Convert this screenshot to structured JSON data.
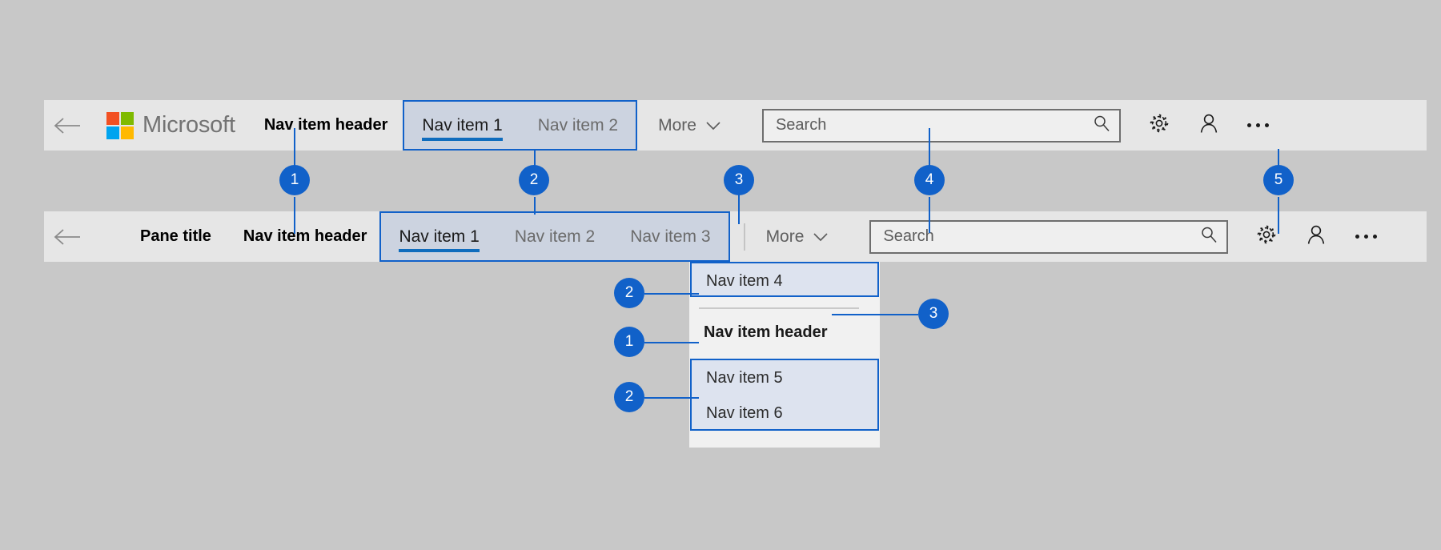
{
  "theme": {
    "page_background": "#c8c8c8",
    "navbar_background": "#e6e6e6",
    "accent_blue": "#1161c9",
    "tab_selected_underline": "#0f6cbd",
    "tab_group_fill": "#ccd3e0",
    "flyout_background": "#f1f1f1",
    "flyout_group_fill": "#dde3ef",
    "search_fill": "#efefef",
    "search_border": "#6e6e6e",
    "ms_logo_red": "#f25022",
    "ms_logo_green": "#7fba00",
    "ms_logo_blue": "#00a4ef",
    "ms_logo_yellow": "#ffb900",
    "muted_text": "#6b6b6b"
  },
  "navbar_primary": {
    "back_icon": "back-arrow-icon",
    "logo_text": "Microsoft",
    "nav_item_header": "Nav item header",
    "tabs": [
      {
        "label": "Nav item 1",
        "selected": true
      },
      {
        "label": "Nav item 2",
        "selected": false
      }
    ],
    "more": {
      "label": "More",
      "icon": "chevron-down-icon"
    },
    "search": {
      "placeholder": "Search",
      "value": "",
      "icon": "search-icon"
    },
    "actions": [
      {
        "name": "gear-icon",
        "label": "Settings"
      },
      {
        "name": "person-icon",
        "label": "Account"
      },
      {
        "name": "ellipsis-icon",
        "label": "More options"
      }
    ]
  },
  "navbar_secondary": {
    "back_icon": "back-arrow-icon",
    "pane_title": "Pane title",
    "nav_item_header": "Nav item header",
    "tabs": [
      {
        "label": "Nav item 1",
        "selected": true
      },
      {
        "label": "Nav item 2",
        "selected": false
      },
      {
        "label": "Nav item 3",
        "selected": false
      }
    ],
    "more": {
      "label": "More",
      "icon": "chevron-down-icon"
    },
    "search": {
      "placeholder": "Search",
      "value": "",
      "icon": "search-icon"
    },
    "actions": [
      {
        "name": "gear-icon",
        "label": "Settings"
      },
      {
        "name": "person-icon",
        "label": "Account"
      },
      {
        "name": "ellipsis-icon",
        "label": "More options"
      }
    ]
  },
  "flyout": {
    "group_a": [
      {
        "label": "Nav item 4"
      }
    ],
    "header": "Nav item header",
    "group_b": [
      {
        "label": "Nav item 5"
      },
      {
        "label": "Nav item 6"
      }
    ]
  },
  "callouts": [
    {
      "id": "c1",
      "number": "1"
    },
    {
      "id": "c2",
      "number": "2"
    },
    {
      "id": "c3",
      "number": "3"
    },
    {
      "id": "c4",
      "number": "4"
    },
    {
      "id": "c5",
      "number": "5"
    },
    {
      "id": "c6",
      "number": "2"
    },
    {
      "id": "c7",
      "number": "3"
    },
    {
      "id": "c8",
      "number": "1"
    },
    {
      "id": "c9",
      "number": "2"
    }
  ]
}
